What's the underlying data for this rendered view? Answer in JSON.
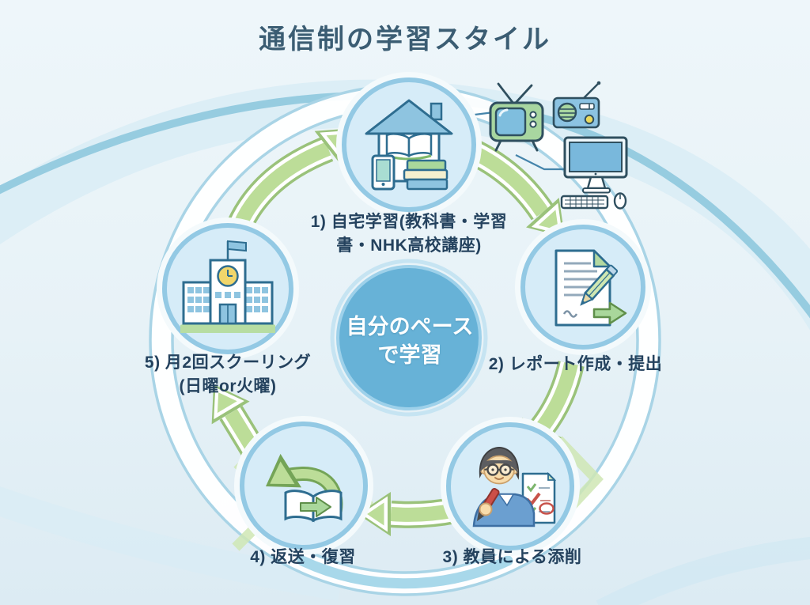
{
  "title": "通信制の学習スタイル",
  "center_circle": {
    "line1": "自分のペース",
    "line2": "で学習"
  },
  "steps": [
    {
      "icon": "home-study-icon",
      "label_line1": "1) 自宅学習(教科書・学習",
      "label_line2": "書・NHK高校講座)"
    },
    {
      "icon": "report-write-icon",
      "label_line1": "2) レポート作成・提出"
    },
    {
      "icon": "teacher-correction-icon",
      "label_line1": "3) 教員による添削"
    },
    {
      "icon": "return-review-icon",
      "label_line1": "4) 返送・復習"
    },
    {
      "icon": "schooling-icon",
      "label_line1": "5) 月2回スクーリング",
      "label_line2": "(日曜or火曜)"
    }
  ],
  "media_icons": [
    "tv-icon",
    "radio-icon",
    "computer-icon"
  ],
  "colors": {
    "background": "#e9f3f8",
    "ring_edge": "#a9d4e6",
    "arrow_green": "#bcdd98",
    "arrow_outline": "#9ac27a",
    "node_fill": "#d6ecf8",
    "node_border": "#93c9e4",
    "center_fill": "#67b2d7",
    "title_text": "#3b5d73",
    "label_text": "#24425e",
    "center_text": "#ffffff"
  }
}
